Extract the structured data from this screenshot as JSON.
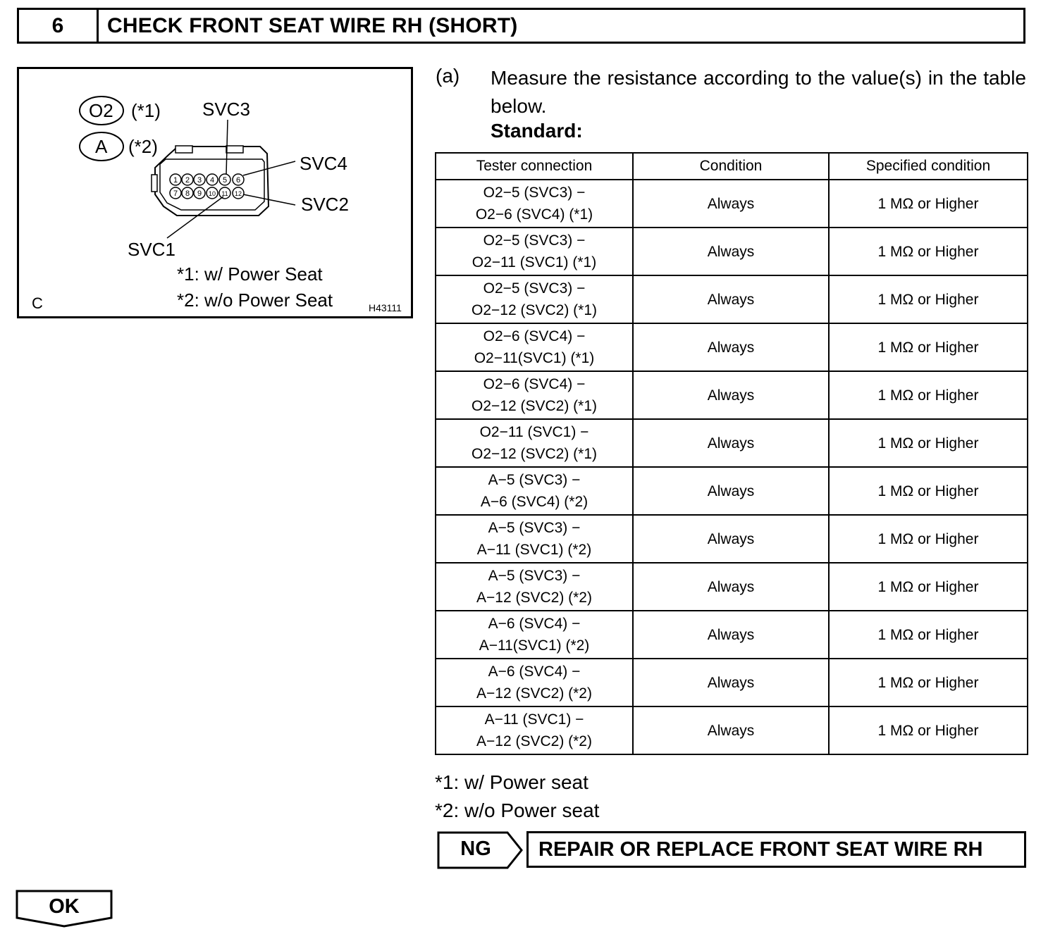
{
  "header": {
    "step_number": "6",
    "title": "CHECK FRONT SEAT WIRE RH (SHORT)"
  },
  "figure": {
    "connector_o2": "O2",
    "connector_o2_note": "(*1)",
    "connector_a": "A",
    "connector_a_note": "(*2)",
    "pin_labels": {
      "svc3": "SVC3",
      "svc4": "SVC4",
      "svc2": "SVC2",
      "svc1": "SVC1"
    },
    "pins_top_row": [
      "1",
      "2",
      "3",
      "4",
      "5",
      "6"
    ],
    "pins_bottom_row": [
      "7",
      "8",
      "9",
      "10",
      "11",
      "12"
    ],
    "note1": "*1: w/ Power Seat",
    "note2": "*2: w/o Power Seat",
    "corner_letter": "C",
    "figure_id": "H43111"
  },
  "step_a": {
    "letter": "(a)",
    "text": "Measure the resistance according to the value(s) in the table below.",
    "standard_label": "Standard:"
  },
  "table": {
    "headers": [
      "Tester connection",
      "Condition",
      "Specified condition"
    ],
    "rows": [
      {
        "c1": "O2−5 (SVC3) −",
        "c2": "O2−6 (SVC4) (*1)",
        "condition": "Always",
        "spec": "1 MΩ or Higher"
      },
      {
        "c1": "O2−5 (SVC3) −",
        "c2": "O2−11 (SVC1) (*1)",
        "condition": "Always",
        "spec": "1 MΩ or Higher"
      },
      {
        "c1": "O2−5 (SVC3) −",
        "c2": "O2−12 (SVC2) (*1)",
        "condition": "Always",
        "spec": "1 MΩ or Higher"
      },
      {
        "c1": "O2−6 (SVC4) −",
        "c2": "O2−11(SVC1) (*1)",
        "condition": "Always",
        "spec": "1 MΩ or Higher"
      },
      {
        "c1": "O2−6 (SVC4) −",
        "c2": "O2−12 (SVC2) (*1)",
        "condition": "Always",
        "spec": "1 MΩ or Higher"
      },
      {
        "c1": "O2−11 (SVC1) −",
        "c2": "O2−12 (SVC2) (*1)",
        "condition": "Always",
        "spec": "1 MΩ or Higher"
      },
      {
        "c1": "A−5 (SVC3) −",
        "c2": "A−6 (SVC4) (*2)",
        "condition": "Always",
        "spec": "1 MΩ or Higher"
      },
      {
        "c1": "A−5 (SVC3) −",
        "c2": "A−11 (SVC1) (*2)",
        "condition": "Always",
        "spec": "1 MΩ or Higher"
      },
      {
        "c1": "A−5 (SVC3) −",
        "c2": "A−12 (SVC2) (*2)",
        "condition": "Always",
        "spec": "1 MΩ or Higher"
      },
      {
        "c1": "A−6 (SVC4) −",
        "c2": "A−11(SVC1) (*2)",
        "condition": "Always",
        "spec": "1 MΩ or Higher"
      },
      {
        "c1": "A−6 (SVC4) −",
        "c2": "A−12 (SVC2) (*2)",
        "condition": "Always",
        "spec": "1 MΩ or Higher"
      },
      {
        "c1": "A−11 (SVC1) −",
        "c2": "A−12 (SVC2) (*2)",
        "condition": "Always",
        "spec": "1 MΩ or Higher"
      }
    ]
  },
  "footnotes": {
    "note1": "*1: w/ Power seat",
    "note2": "*2: w/o Power seat"
  },
  "ng": {
    "label": "NG",
    "action": "REPAIR OR REPLACE FRONT SEAT WIRE RH"
  },
  "ok": {
    "label": "OK"
  }
}
